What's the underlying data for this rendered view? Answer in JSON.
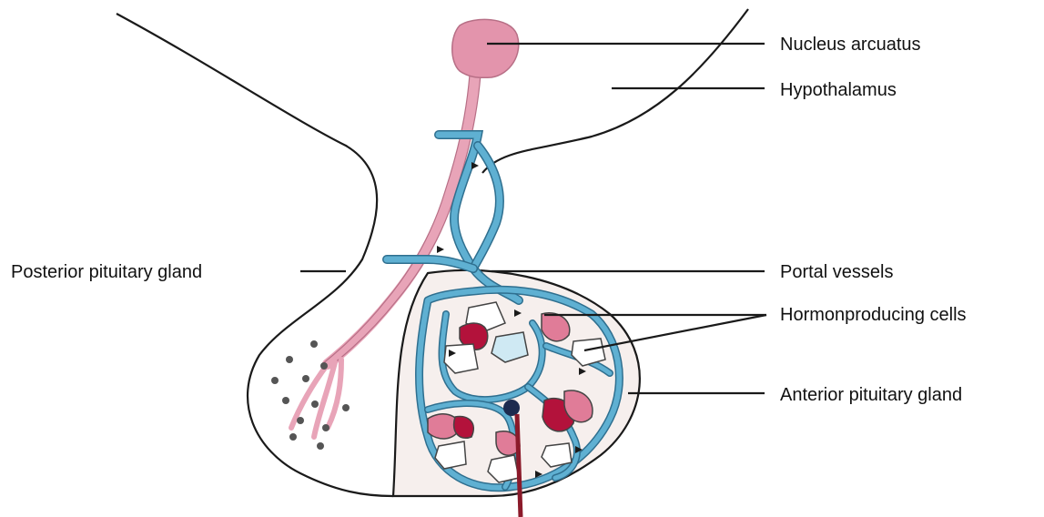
{
  "labels": {
    "nucleus_arcuatus": "Nucleus arcuatus",
    "hypothalamus": "Hypothalamus",
    "posterior_pituitary": "Posterior pituitary gland",
    "portal_vessels": "Portal vessels",
    "hormone_cells": "Hormonproducing cells",
    "anterior_pituitary": "Anterior pituitary gland"
  },
  "colors": {
    "nucleus": "#e394ac",
    "axon": "#e8a4b8",
    "vessel": "#5fb0d2",
    "vessel_stroke": "#2f6f8f",
    "anterior_fill": "#f6efed",
    "cell_pink": "#e07c98",
    "cell_crimson": "#b3123b",
    "cell_lightblue": "#cfe9f3",
    "outline": "#1a1a1a",
    "effluent": "#8b1a2a"
  }
}
